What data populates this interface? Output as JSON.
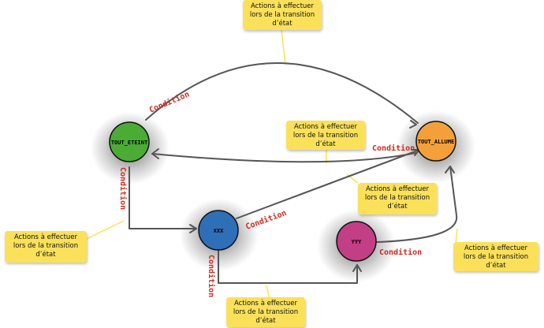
{
  "states": {
    "tout_eteint": {
      "label": "TOUT_ETEINT",
      "color": "#4aac34"
    },
    "tout_allume": {
      "label": "TOUT_ALLUME",
      "color": "#f4a03a"
    },
    "xxx": {
      "label": "XXX",
      "color": "#2f6fb8"
    },
    "yyy": {
      "label": "YYY",
      "color": "#c23f86"
    }
  },
  "conditions": {
    "top_arc": "Condition",
    "allume_to_eteint": "Condition",
    "eteint_down": "Condition",
    "xxx_to_allume": "Condition",
    "xxx_to_yyy": "Condition",
    "yyy_to_allume": "Condition"
  },
  "notes": {
    "top": {
      "line1": "Actions à effectuer",
      "line2": "lors de la transition",
      "line3": "d’état"
    },
    "middle": {
      "line1": "Actions à effectuer",
      "line2": "lors de la transition",
      "line3": "d’état"
    },
    "right_middle": {
      "line1": "Actions à effectuer",
      "line2": "lors de la transition",
      "line3": "d’état"
    },
    "left": {
      "line1": "Actions à effectuer",
      "line2": "lors de la transition",
      "line3": "d’état"
    },
    "bottom": {
      "line1": "Actions à effectuer",
      "line2": "lors de la transition",
      "line3": "d’état"
    },
    "right": {
      "line1": "Actions à effectuer",
      "line2": "lors de la transition",
      "line3": "d’état"
    }
  }
}
